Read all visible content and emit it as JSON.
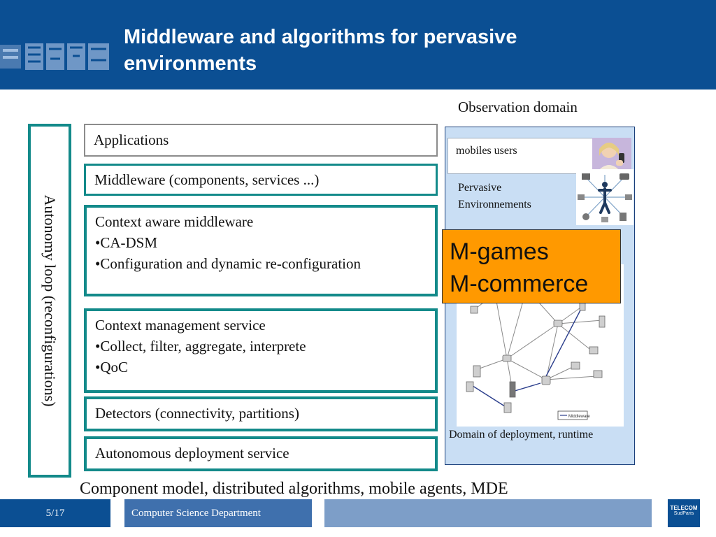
{
  "slide": {
    "title_line1": "Middleware and algorithms for pervasive",
    "title_line2": "environments"
  },
  "autonomy_label": "Autonomy loop (reconfigurations)",
  "layers": {
    "applications": "Applications",
    "middleware": "Middleware (components, services ...)",
    "context_aware": [
      "Context aware middleware",
      "•CA-DSM",
      "•Configuration and dynamic re-configuration"
    ],
    "context_management": [
      "Context management service",
      "•Collect, filter, aggregate, interprete",
      "•QoC"
    ],
    "detectors": "Detectors (connectivity, partitions)",
    "deployment": "Autonomous deployment service"
  },
  "observation": {
    "title": "Observation domain",
    "mobiles_users": "mobiles users",
    "pervasive_line1": "Pervasive",
    "pervasive_line2": "Environnements",
    "deployment_domain": "Domain of deployment, runtime",
    "legend_chip": "Middleware"
  },
  "callout": {
    "line1": "M-games",
    "line2": "M-commerce",
    "color": "#ff9900"
  },
  "bottom_caption": "Component model, distributed algorithms, mobile agents, MDE",
  "footer": {
    "page": "5/17",
    "department": "Computer Science Department",
    "logo_line1": "TELECOM",
    "logo_line2": "SudParis"
  },
  "colors": {
    "header_blue": "#0b4f93",
    "teal_border": "#138a8a",
    "panel_blue": "#c9def4"
  }
}
